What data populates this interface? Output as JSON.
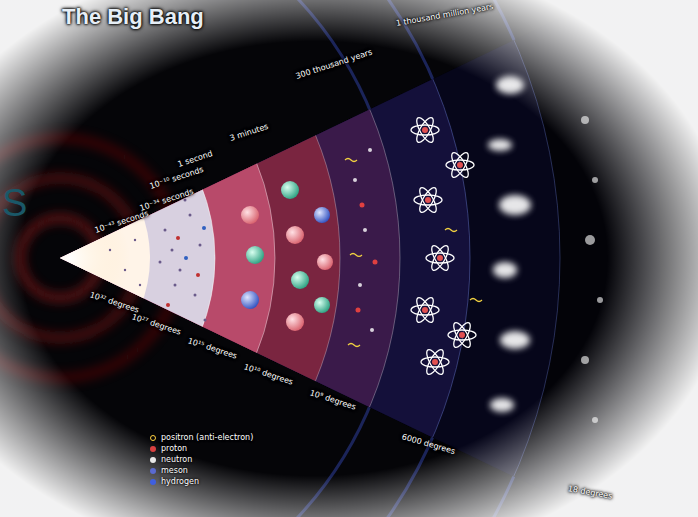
{
  "diagram": {
    "title": "The Big Bang",
    "labels": [
      "S",
      "10⁻⁴³ seconds",
      "10⁻³⁴ seconds",
      "10⁻¹⁰ seconds",
      "1 second",
      "3 minutes",
      "300 thousand years",
      "1 thousand million years",
      "10³² degrees",
      "10²⁷ degrees",
      "10¹⁵ degrees",
      "10¹⁰ degrees",
      "10⁹ degrees",
      "6000 degrees",
      "18 degrees"
    ],
    "legend": [
      {
        "text": "positron (anti-electron)"
      },
      {
        "text": "proton",
        "color": "#d94040"
      },
      {
        "text": "neutron",
        "color": "#e8e8e8"
      },
      {
        "text": "meson",
        "color": "#5a6ad0"
      },
      {
        "text": "hydrogen",
        "color": "#3f5fe0"
      }
    ]
  }
}
